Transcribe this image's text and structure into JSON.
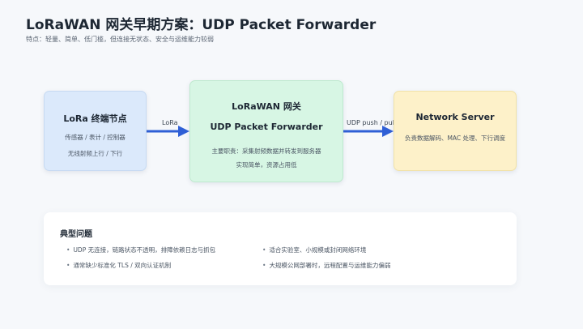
{
  "header": {
    "title": "LoRaWAN 网关早期方案：UDP Packet Forwarder",
    "subtitle": "特点：轻量、简单、低门槛，但连接无状态、安全与运维能力较弱"
  },
  "nodes": {
    "lora": {
      "title": "LoRa 终端节点",
      "line1": "传感器 / 表计 / 控制器",
      "line2": "无线射频上行 / 下行"
    },
    "gateway": {
      "title1": "LoRaWAN 网关",
      "title2": "UDP Packet Forwarder",
      "line1": "主要职责：采集射频数据并转发到服务器",
      "line2": "实现简单，资源占用低"
    },
    "server": {
      "title": "Network Server",
      "line1": "负责数据解码、MAC 处理、下行调度"
    }
  },
  "edges": {
    "lora_label": "LoRa",
    "udp_label": "UDP push / pull"
  },
  "colors": {
    "arrow": "#2f5fd6",
    "lora_box": "#dbe9fb",
    "gateway_box": "#d7f6e4",
    "server_box": "#fdf1c9"
  },
  "issues": {
    "title": "典型问题",
    "items": [
      "UDP 无连接，链路状态不透明，排障依赖日志与抓包",
      "通常缺少标准化 TLS / 双向认证机制",
      "适合实验室、小规模或封闭网络环境",
      "大规模公网部署时，远程配置与运维能力偏弱"
    ]
  }
}
